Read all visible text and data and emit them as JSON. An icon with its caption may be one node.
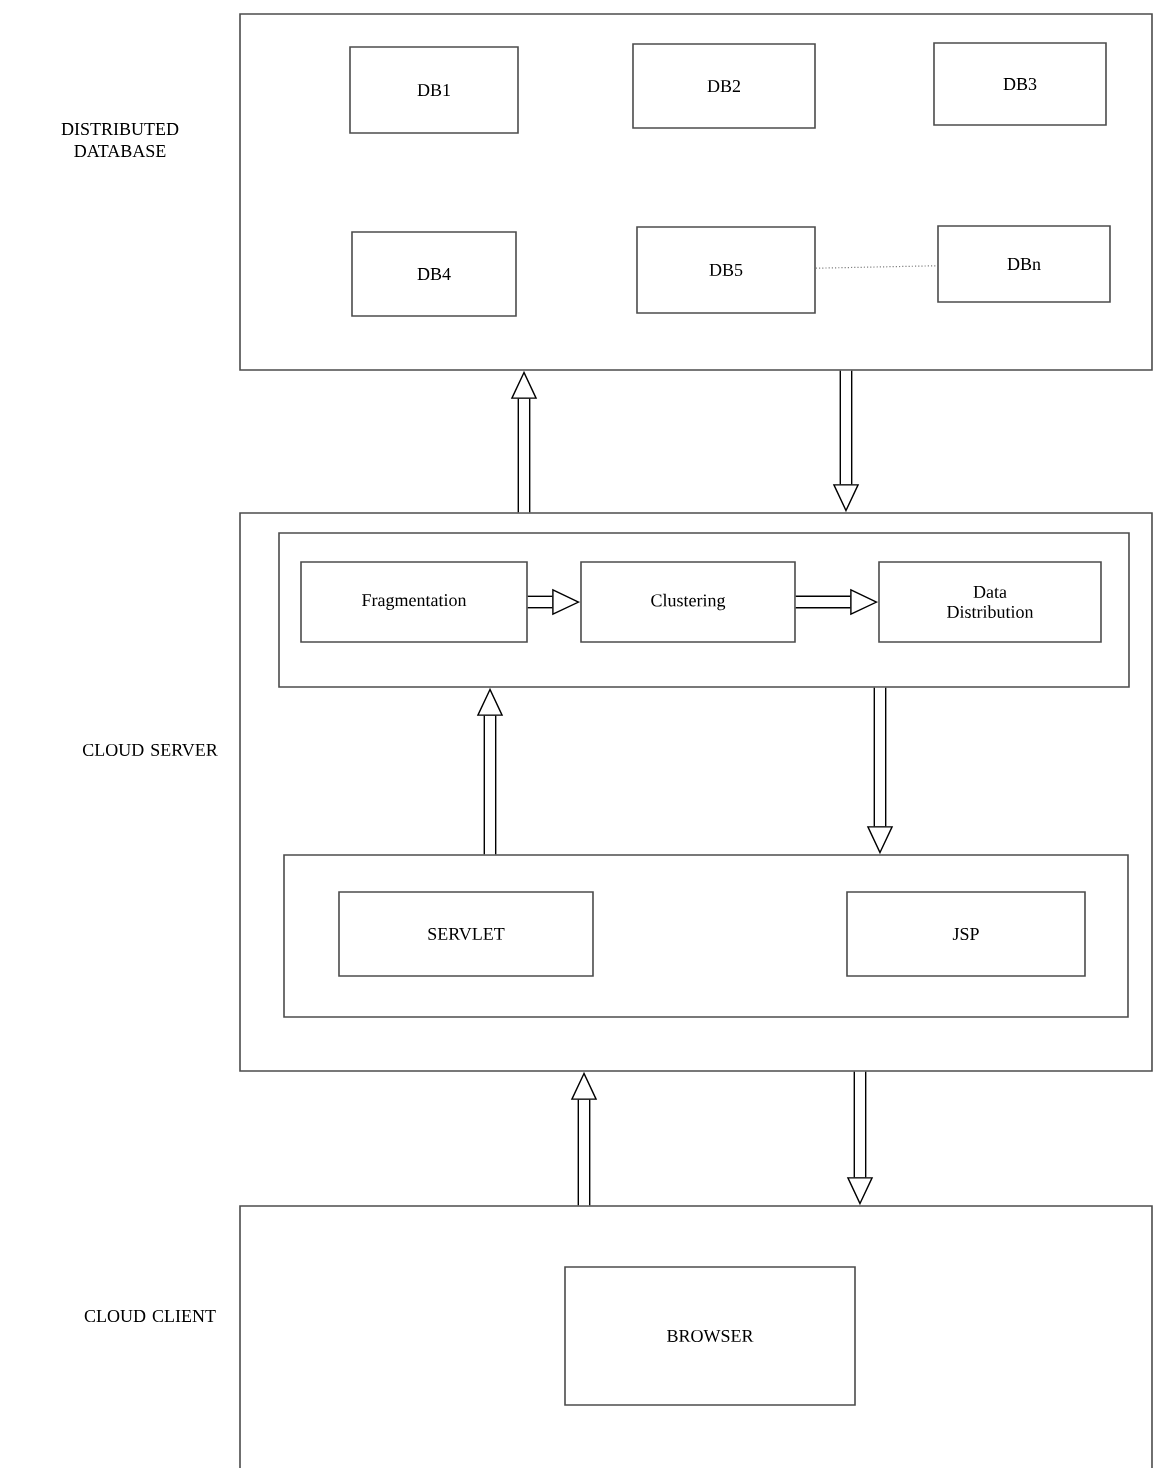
{
  "diagram": {
    "nodes": [
      {
        "text": [
          "DISTRIBUTED DATABASE"
        ]
      },
      {
        "text": [
          "DB1"
        ],
        "in": 0
      },
      {
        "text": [
          "DB2"
        ],
        "in": 0
      },
      {
        "text": [
          "DB3"
        ],
        "in": 0
      },
      {
        "text": [
          "DB4"
        ],
        "in": 0
      },
      {
        "text": [
          "DB5"
        ],
        "in": 0
      },
      {
        "text": [
          "DBn"
        ],
        "in": 0
      },
      {
        "text": [
          "CLOUD SERVER"
        ]
      },
      {
        "text": [],
        "shape": "box",
        "in": 7
      },
      {
        "text": [
          "Fragmentation"
        ],
        "in": 8
      },
      {
        "text": [
          "Clustering"
        ],
        "in": 8
      },
      {
        "text": [
          "Data Distribution"
        ],
        "in": 8
      },
      {
        "text": [],
        "shape": "box",
        "in": 7
      },
      {
        "text": [
          "SERVLET"
        ],
        "in": 12
      },
      {
        "text": [
          "JSP"
        ],
        "in": 12
      },
      {
        "text": [
          "CLOUD CLIENT"
        ]
      },
      {
        "text": [
          "BROWSER"
        ],
        "in": 15
      }
    ],
    "edges": [
      {
        "from": 5,
        "to": 6,
        "arrow": "none",
        "style": "dashed",
        "color": "#808080"
      },
      {
        "from": 7,
        "to": 0,
        "arrow": "to"
      },
      {
        "from": 0,
        "to": 7,
        "arrow": "to"
      },
      {
        "from": 9,
        "to": 10,
        "arrow": "to"
      },
      {
        "from": 10,
        "to": 11,
        "arrow": "to"
      },
      {
        "from": 12,
        "to": 8,
        "arrow": "to"
      },
      {
        "from": 8,
        "to": 12,
        "arrow": "to"
      },
      {
        "from": 15,
        "to": 7,
        "arrow": "to"
      },
      {
        "from": 7,
        "to": 15,
        "arrow": "to"
      }
    ]
  }
}
